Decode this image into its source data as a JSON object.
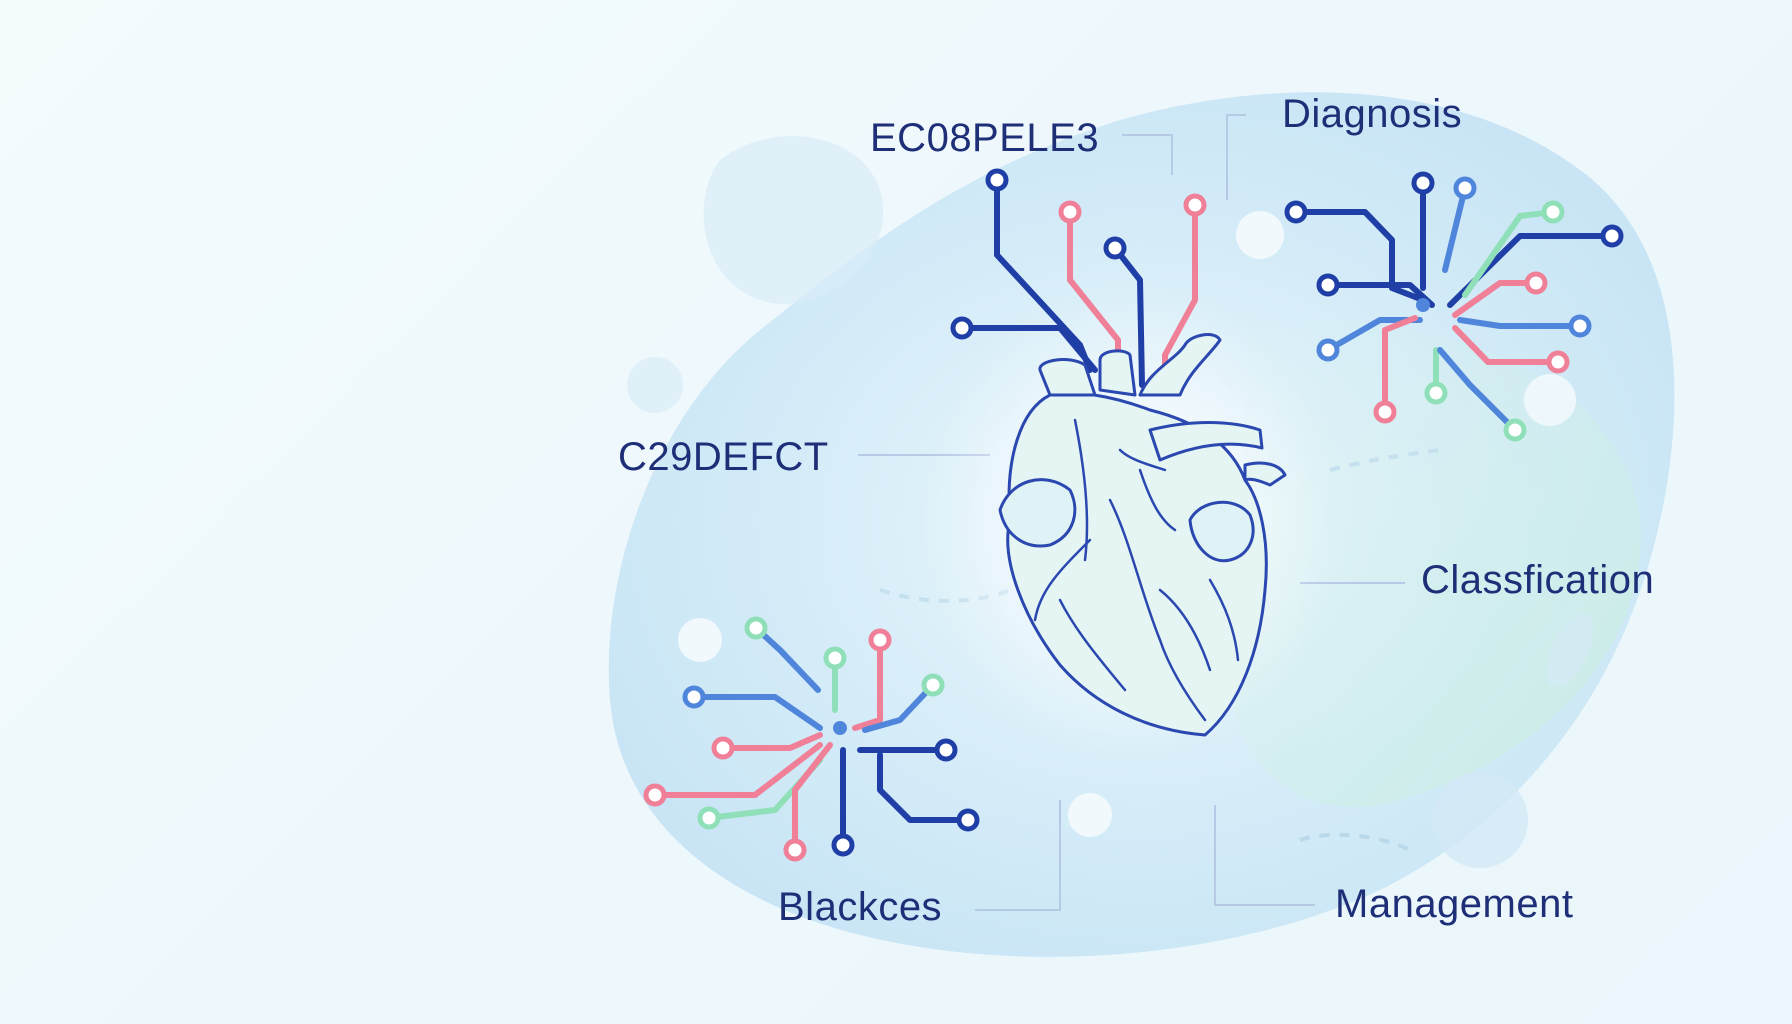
{
  "labels": {
    "top": "EC08PELE3",
    "left": "C29DEFCT",
    "top_right": "Diagnosis",
    "right": "Classfication",
    "bottom_left": "Blackces",
    "bottom_right": "Management"
  },
  "colors": {
    "label_text": "#1e2f78",
    "navy": "#1f3fa6",
    "blue": "#4f86db",
    "pink": "#f07f98",
    "green": "#8fe0b8",
    "heart_outline": "#2a48b0",
    "blob": "#cfe9f6"
  },
  "icons": [
    "heart-icon",
    "circuit-node-icon"
  ]
}
